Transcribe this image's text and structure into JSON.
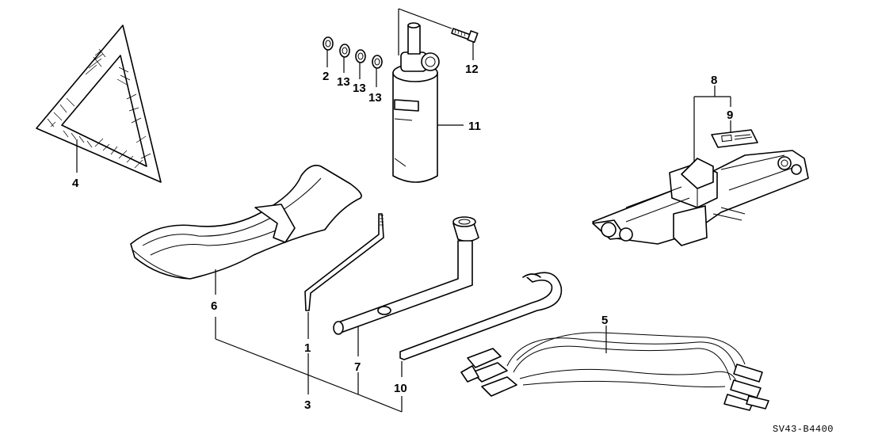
{
  "labels": {
    "p1": "1",
    "p2": "2",
    "p3": "3",
    "p4": "4",
    "p5": "5",
    "p6": "6",
    "p7": "7",
    "p8": "8",
    "p9": "9",
    "p10": "10",
    "p11": "11",
    "p12": "12",
    "p13a": "13",
    "p13b": "13",
    "p13c": "13"
  },
  "reference_code": "SV43-B4400"
}
